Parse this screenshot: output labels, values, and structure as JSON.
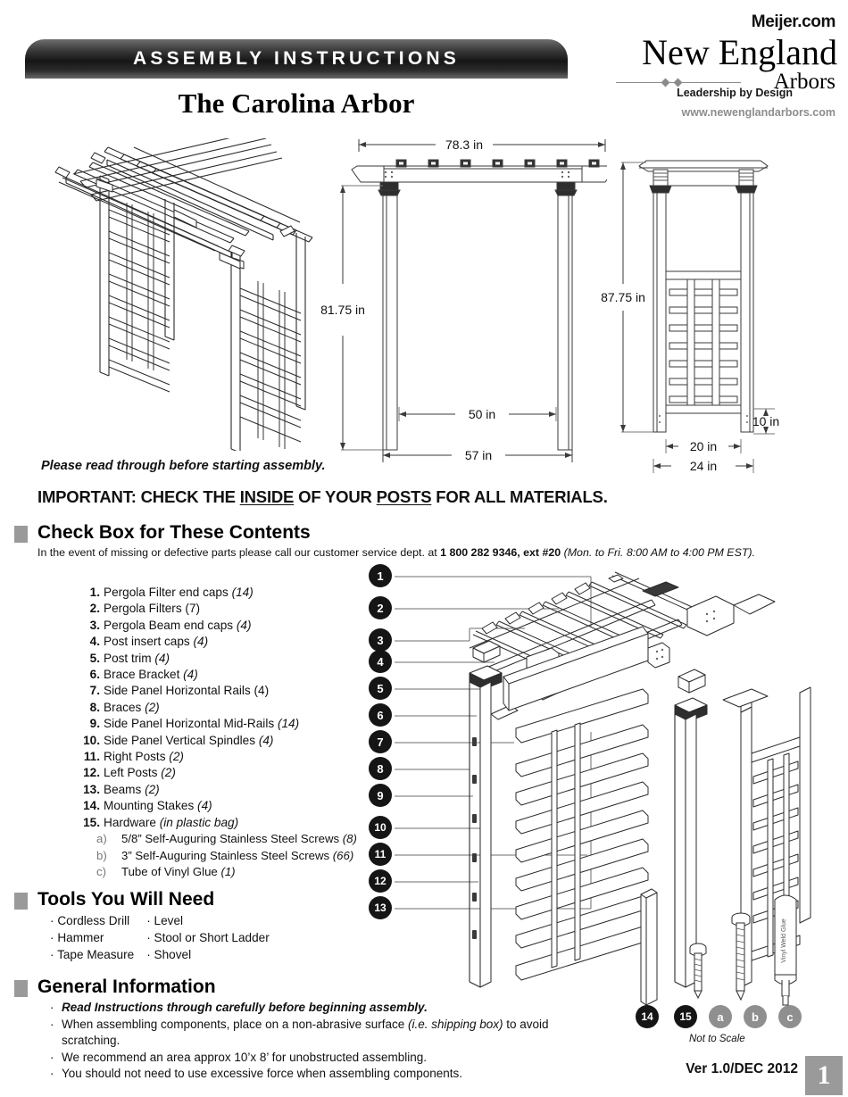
{
  "header": {
    "banner_label": "ASSEMBLY INSTRUCTIONS",
    "product_title": "The Carolina Arbor",
    "retailer": "Meijer.com",
    "logo_main": "New England",
    "logo_arbors": "Arbors",
    "logo_tagline": "Leadership by Design",
    "logo_url": "www.newenglandarbors.com"
  },
  "drawings": {
    "front": {
      "width_overall": "78.3 in",
      "height_overall": "81.75 in",
      "inner_span": "50 in",
      "post_span": "57 in"
    },
    "side": {
      "height_overall": "87.75 in",
      "ground_stake": "10 in",
      "inner_depth": "20 in",
      "outer_depth": "24 in"
    }
  },
  "notices": {
    "read_note": "Please read through before starting assembly.",
    "important_prefix": "IMPORTANT:  CHECK THE ",
    "important_u1": "INSIDE",
    "important_mid": " OF YOUR ",
    "important_u2": "POSTS",
    "important_suffix": " FOR ALL MATERIALS."
  },
  "contents": {
    "heading": "Check Box for These Contents",
    "note_lead": "In the event of missing or defective parts please call our customer service dept. at ",
    "note_phone": "1 800 282 9346, ext #20",
    "note_hours": " (Mon. to Fri. 8:00 AM to 4:00 PM EST).",
    "parts": [
      {
        "num": "1.",
        "name": "Pergola Filter end caps",
        "qty": "(14)"
      },
      {
        "num": "2.",
        "name": "Pergola Filters",
        "qty": "(7)"
      },
      {
        "num": "3.",
        "name": "Pergola Beam end caps",
        "qty": "(4)"
      },
      {
        "num": "4.",
        "name": "Post insert caps",
        "qty": "(4)"
      },
      {
        "num": "5.",
        "name": "Post trim",
        "qty": "(4)"
      },
      {
        "num": "6.",
        "name": "Brace Bracket",
        "qty": "(4)"
      },
      {
        "num": "7.",
        "name": "Side Panel Horizontal Rails",
        "qty": "(4)"
      },
      {
        "num": "8.",
        "name": "Braces",
        "qty": "(2)"
      },
      {
        "num": "9.",
        "name": "Side Panel Horizontal Mid-Rails",
        "qty": "(14)"
      },
      {
        "num": "10.",
        "name": "Side Panel Vertical Spindles",
        "qty": "(4)"
      },
      {
        "num": "11.",
        "name": "Right Posts",
        "qty": "(2)"
      },
      {
        "num": "12.",
        "name": "Left Posts",
        "qty": "(2)"
      },
      {
        "num": "13.",
        "name": "Beams",
        "qty": "(2)"
      },
      {
        "num": "14.",
        "name": "Mounting Stakes ",
        "qty": "(4)"
      },
      {
        "num": "15.",
        "name": "Hardware",
        "qty": "(in plastic bag)"
      }
    ],
    "hardware": [
      {
        "num": "a)",
        "name": "5/8” Self-Auguring Stainless Steel Screws",
        "qty": "(8)"
      },
      {
        "num": "b)",
        "name": "3” Self-Auguring Stainless Steel Screws",
        "qty": "(66)"
      },
      {
        "num": "c)",
        "name": "Tube of Vinyl Glue",
        "qty": "(1)"
      }
    ]
  },
  "tools": {
    "heading": "Tools You Will Need",
    "col1": [
      "Cordless Drill",
      "Hammer",
      "Tape Measure"
    ],
    "col2": [
      "Level",
      "Stool or Short Ladder",
      "Shovel"
    ]
  },
  "general": {
    "heading": "General Information",
    "items": [
      {
        "bold": "Read Instructions through carefully before beginning assembly.",
        "text": "",
        "italic": "",
        "tail": ""
      },
      {
        "bold": "",
        "text": "When assembling components, place on a non-abrasive surface ",
        "italic": "(i.e. shipping box)",
        "tail": " to avoid scratching."
      },
      {
        "bold": "",
        "text": "We recommend an area approx 10’x 8’ for unobstructed assembling.",
        "italic": "",
        "tail": ""
      },
      {
        "bold": "",
        "text": "You should not need to use excessive force when assembling components.",
        "italic": "",
        "tail": ""
      }
    ]
  },
  "diagram": {
    "callouts": [
      "1",
      "2",
      "3",
      "4",
      "5",
      "6",
      "7",
      "8",
      "9",
      "10",
      "11",
      "12",
      "13"
    ],
    "hardware_callouts": [
      "14",
      "15",
      "a",
      "b",
      "c"
    ],
    "glue_label": "Vinyl Weld Glue",
    "not_to_scale": "Not to Scale"
  },
  "footer": {
    "version": "Ver 1.0/DEC 2012",
    "page": "1"
  },
  "colors": {
    "marker_grey": "#9a9a9a",
    "callout_dark": "#151515",
    "callout_grey": "#8f8f8f",
    "line": "#3a3a3a"
  }
}
